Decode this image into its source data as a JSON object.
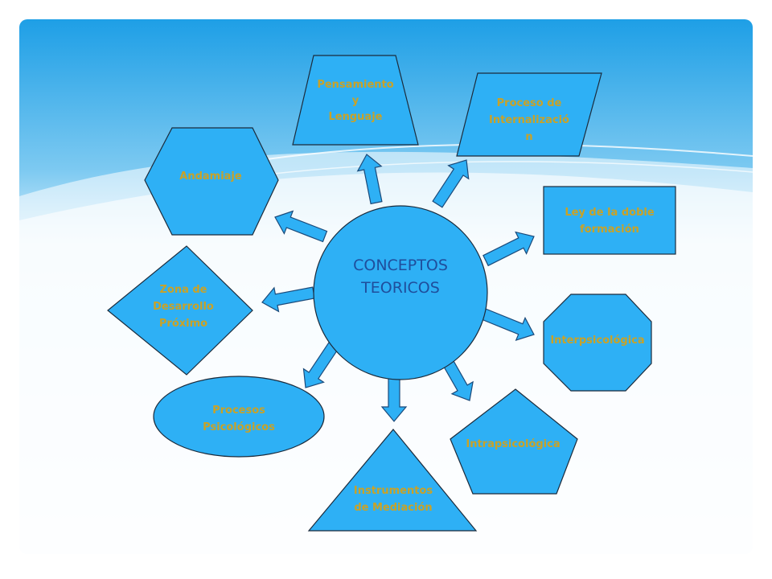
{
  "diagram": {
    "center": {
      "lines": [
        "CONCEPTOS",
        "TEORICOS"
      ]
    },
    "nodes": [
      {
        "id": "pensamiento-lenguaje",
        "shape": "trapezoid",
        "lines": [
          "Pensamiento",
          "y",
          "Lenguaje"
        ]
      },
      {
        "id": "proceso-internalizacion",
        "shape": "parallelogram",
        "lines": [
          "Proceso de",
          "Internalizació",
          "n"
        ]
      },
      {
        "id": "ley-doble-formacion",
        "shape": "rectangle",
        "lines": [
          "Ley de la doble",
          "formación"
        ]
      },
      {
        "id": "interpsicologica",
        "shape": "octagon",
        "lines": [
          "Interpsicológica"
        ]
      },
      {
        "id": "intrapsicologica",
        "shape": "pentagon",
        "lines": [
          "Intrapsicológica"
        ]
      },
      {
        "id": "instrumentos-mediacion",
        "shape": "triangle",
        "lines": [
          "Instrumentos",
          "de Mediación"
        ]
      },
      {
        "id": "procesos-psicologicos",
        "shape": "ellipse",
        "lines": [
          "Procesos",
          "Psicológicos"
        ]
      },
      {
        "id": "zona-desarrollo-proximo",
        "shape": "diamond",
        "lines": [
          "Zona de",
          "Desarrollo",
          "Próximo"
        ]
      },
      {
        "id": "andamiaje",
        "shape": "hexagon",
        "lines": [
          "Andamiaje"
        ]
      }
    ],
    "colors": {
      "shape_fill": "#2eb0f5",
      "label_text": "#c9a227",
      "center_text": "#1f4e9c",
      "sky_top": "#1e9fe6",
      "sky_bottom": "#e6f5fd"
    }
  }
}
